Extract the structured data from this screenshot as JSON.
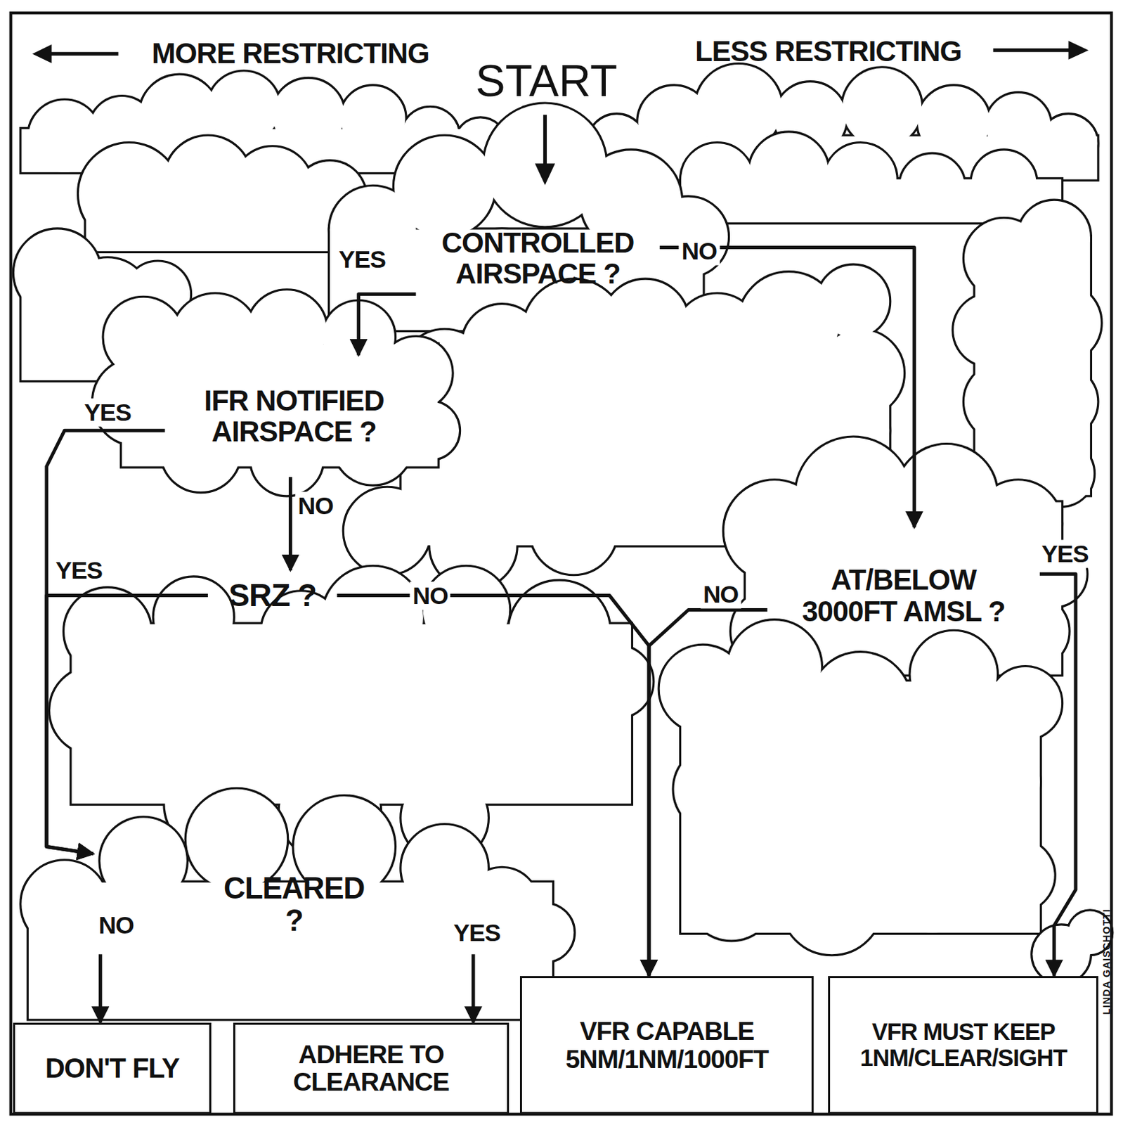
{
  "diagram": {
    "nodes": [
      {
        "text": [
          "CONTROLLED AIRSPACE ?"
        ]
      },
      {
        "text": [
          "IFR NOTIFIED AIRSPACE ?"
        ]
      },
      {
        "text": [
          "AT/BELOW 3000FT AMSL ?"
        ]
      },
      {
        "text": [
          "SRZ ?"
        ]
      },
      {
        "text": [
          "CLEARED ?"
        ]
      },
      {
        "text": [
          "DON'T FLY"
        ]
      },
      {
        "text": [
          "ADHERE TO CLEARANCE"
        ]
      },
      {
        "text": [
          "VFR CAPABLE 5NM/1NM/1000FT"
        ]
      },
      {
        "text": [
          "VFR MUST KEEP 1NM/CLEAR/SIGHT"
        ]
      }
    ],
    "edges": [
      {
        "from": 0,
        "to": 1,
        "label": "YES",
        "arrow": "to"
      },
      {
        "from": 0,
        "to": 2,
        "label": "NO",
        "arrow": "to"
      },
      {
        "from": 1,
        "to": 4,
        "label": "YES",
        "arrow": "to"
      },
      {
        "from": 1,
        "to": 3,
        "label": "NO",
        "arrow": "to"
      },
      {
        "from": 3,
        "to": 4,
        "label": "YES",
        "arrow": "to"
      },
      {
        "from": 3,
        "to": 7,
        "label": "NO",
        "arrow": "to"
      },
      {
        "from": 2,
        "to": 7,
        "label": "NO",
        "arrow": "to"
      },
      {
        "from": 2,
        "to": 8,
        "label": "YES",
        "arrow": "to"
      },
      {
        "from": 4,
        "to": 5,
        "label": "NO",
        "arrow": "to"
      },
      {
        "from": 4,
        "to": 6,
        "label": "YES",
        "arrow": "to"
      }
    ],
    "labels": [
      "MORE RESTRICTING",
      "LESS RESTRICTING",
      "START",
      "LINDA GAISCHOTTI"
    ]
  }
}
